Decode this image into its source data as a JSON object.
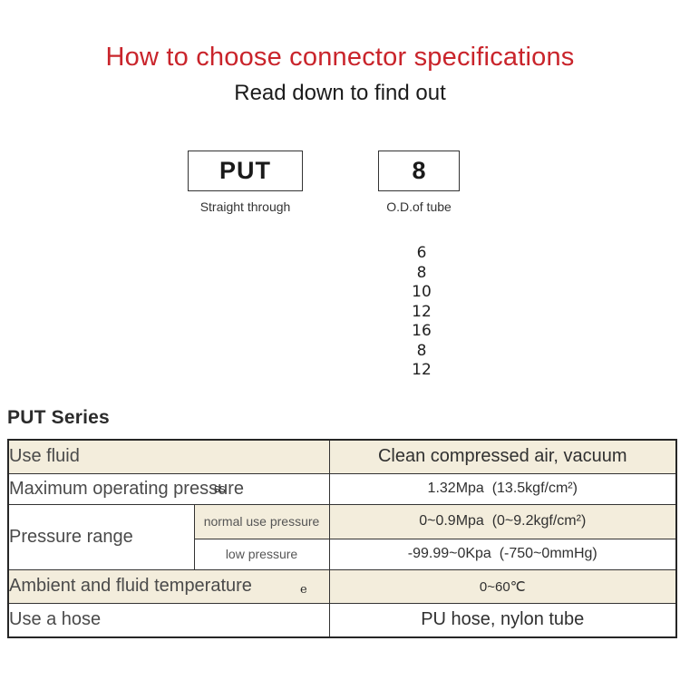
{
  "header": {
    "title": "How to choose connector specifications",
    "subtitle": "Read down to find out"
  },
  "diagram": {
    "boxes": [
      {
        "code": "PUT",
        "caption": "Straight through"
      },
      {
        "code": "8",
        "caption": "O.D.of tube"
      }
    ],
    "tube_sizes": [
      "6",
      "8",
      "10",
      "12",
      "16",
      "8",
      "12"
    ]
  },
  "series_heading": "PUT Series",
  "spec_table": {
    "rows": [
      {
        "label": "Use fluid",
        "value": "Clean compressed air, vacuum"
      },
      {
        "label": "Maximum operating pressure",
        "value": "1.32Mpa  (13.5kgf/cm²)"
      },
      {
        "label": "Pressure range",
        "sub": [
          {
            "label": "normal use pressure",
            "value": "0~0.9Mpa  (0~9.2kgf/cm²)"
          },
          {
            "label": "low pressure",
            "value": "-99.99~0Kpa  (-750~0mmHg)"
          }
        ]
      },
      {
        "label": "Ambient and fluid temperature",
        "value": "0~60℃"
      },
      {
        "label": "Use a hose",
        "value": "PU hose, nylon tube"
      }
    ]
  },
  "artifacts": {
    "overlap_ss": "ss",
    "overlap_e": "e"
  },
  "colors": {
    "accent_red": "#c9242b",
    "row_beige": "#f3eddc",
    "table_border": "#333333"
  }
}
